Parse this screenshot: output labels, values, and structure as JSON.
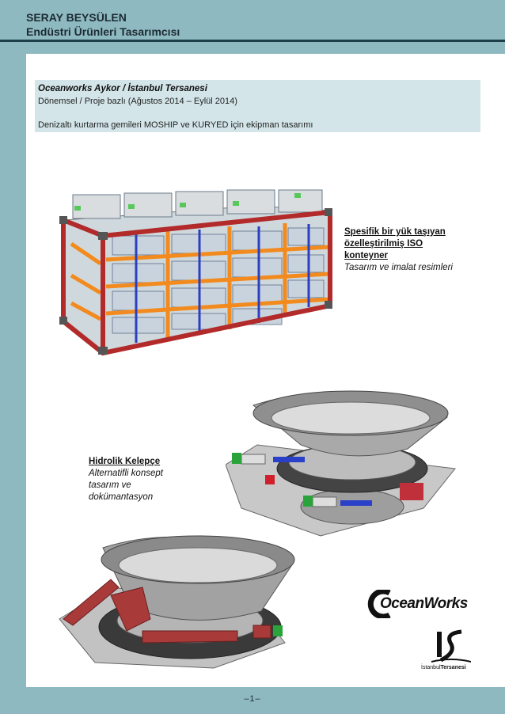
{
  "header": {
    "name": "SERAY BEYSÜLEN",
    "role": "Endüstri Ürünleri Tasarımcısı"
  },
  "project": {
    "title": "Oceanworks Aykor / İstanbul Tersanesi",
    "period": "Dönemsel / Proje bazlı (Ağustos 2014 – Eylül 2014)",
    "description": "Denizaltı kurtarma gemileri MOSHIP ve KURYED için ekipman tasarımı"
  },
  "items": [
    {
      "title": "Spesifik bir yük taşıyan özelleştirilmiş ISO konteyner",
      "detail": "Tasarım ve imalat resimleri"
    },
    {
      "title": "Hidrolik Kelepçe",
      "detail": "Alternatifli konsept tasarım ve dokümantasyon"
    }
  ],
  "logos": {
    "oceanworks": "OceanWorks",
    "istanbul_prefix": "İstanbul",
    "istanbul_bold": "Tersanesi"
  },
  "footer": {
    "page": "–1–"
  },
  "colors": {
    "frame": "#8fb9c0",
    "header_line": "#1e3f4a",
    "info_bg": "#d3e5e9"
  }
}
